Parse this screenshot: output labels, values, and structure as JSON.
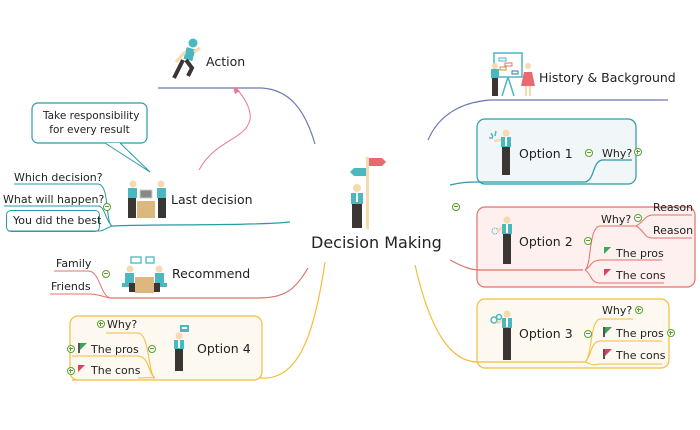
{
  "central": {
    "label": "Decision Making",
    "icon": "person-signpost-icon"
  },
  "left": {
    "action": {
      "label": "Action",
      "icon": "running-person-icon"
    },
    "last_decision": {
      "label": "Last decision",
      "icon": "handshake-desk-icon",
      "callout": {
        "line1": "Take responsibility",
        "line2": "for every result"
      },
      "children": [
        "Which decision?",
        "What will happen?",
        "You did the best"
      ]
    },
    "recommend": {
      "label": "Recommend",
      "icon": "meeting-table-icon",
      "children": [
        "Family",
        "Friends"
      ]
    },
    "option4": {
      "label": "Option 4",
      "icon": "person-presenting-icon",
      "children": [
        "Why?",
        "The pros",
        "The cons"
      ]
    }
  },
  "right": {
    "history": {
      "label": "History & Background",
      "icon": "whiteboard-presentation-icon"
    },
    "option1": {
      "label": "Option 1",
      "icon": "person-idea-icon",
      "children": [
        "Why?"
      ]
    },
    "option2": {
      "label": "Option 2",
      "icon": "person-thinking-icon",
      "why": "Why?",
      "reasons": [
        "Reason",
        "Reason"
      ],
      "pros": "The pros",
      "cons": "The cons"
    },
    "option3": {
      "label": "Option 3",
      "icon": "person-gears-icon",
      "children": [
        "Why?",
        "The pros",
        "The cons"
      ]
    }
  },
  "colors": {
    "teal": "#2a9aa8",
    "red": "#e0736a",
    "yellow": "#f2be3c",
    "blue": "#6a78b8",
    "pink_arrow": "#f07890",
    "option1_fill": "#f1f6f8",
    "option2_fill": "#fdf0ef",
    "option34_fill": "#fdf8f0"
  }
}
